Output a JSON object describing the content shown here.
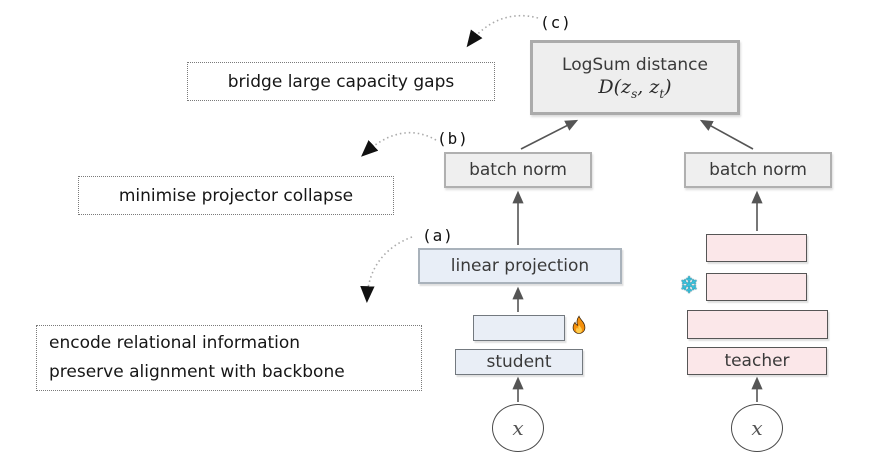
{
  "figure": {
    "labels": {
      "a": "(a)",
      "b": "(b)",
      "c": "(c)"
    },
    "annotations": {
      "bridge": "bridge large capacity gaps",
      "collapse": "minimise projector collapse",
      "encode_line1": "encode relational information",
      "encode_line2": "preserve alignment with backbone"
    },
    "nodes": {
      "logsum_title": "LogSum distance",
      "formula": {
        "open": "D(",
        "z1": "z",
        "sub1": "s",
        "comma": ", ",
        "z2": "z",
        "sub2": "t",
        "close": ")"
      },
      "batch_norm_student": "batch norm",
      "batch_norm_teacher": "batch norm",
      "linear_projection": "linear projection",
      "student": "student",
      "teacher": "teacher",
      "input_student": "x",
      "input_teacher": "x"
    },
    "icons": {
      "trainable": {
        "name": "fire-icon"
      },
      "frozen": {
        "name": "snowflake-icon",
        "glyph": "❄"
      }
    },
    "colors": {
      "student_fill": "#e9eef6",
      "teacher_fill": "#fbe7e9",
      "neutral_fill": "#efefef",
      "neutral_border": "#ababab",
      "dark_border": "#565656",
      "arrow": "#555555",
      "dotted_arrow": "#aaaaaa",
      "snowflake_color": "#35c4e0",
      "flame_orange": "#f4900c",
      "flame_yellow": "#ffcc4d"
    }
  }
}
